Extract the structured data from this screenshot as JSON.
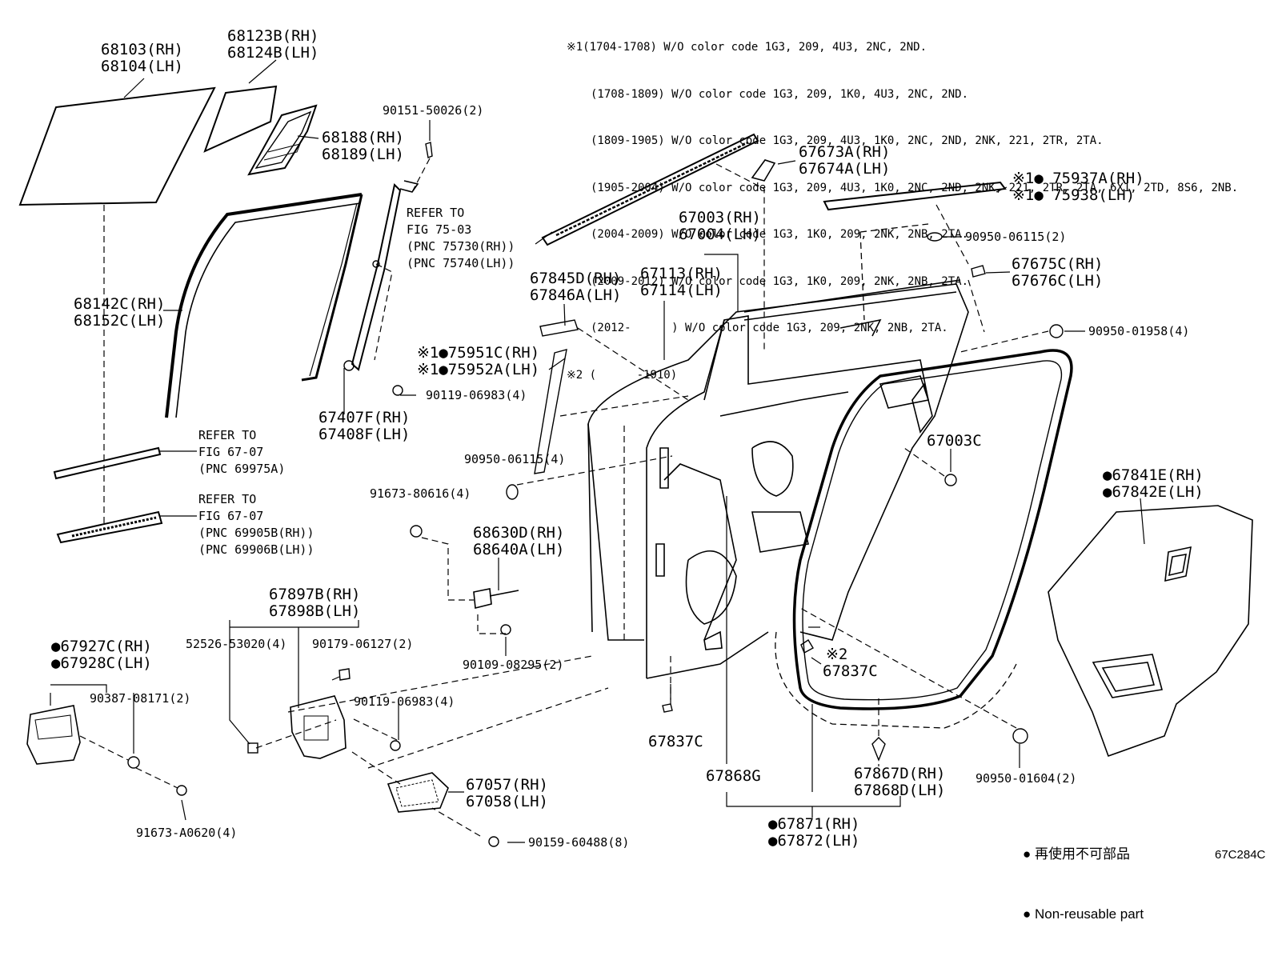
{
  "diagram_code": "67C284C",
  "notes": {
    "lines": [
      "※1(1704-1708) W/O color code 1G3, 209, 4U3, 2NC, 2ND.",
      "(1708-1809) W/O color code 1G3, 209, 1K0, 4U3, 2NC, 2ND.",
      "(1809-1905) W/O color code 1G3, 209, 4U3, 1K0, 2NC, 2ND, 2NK, 221, 2TR, 2TA.",
      "(1905-2004) W/O color code 1G3, 209, 4U3, 1K0, 2NC, 2ND, 2NK, 221, 2TR, 2TA, 6X1, 2TD, 8S6, 2NB.",
      "(2004-2009) W/O color code 1G3, 1K0, 209, 2NK, 2NB, 2TA.",
      "(2009-2012) W/O color code 1G3, 1K0, 209, 2NK, 2NB, 2TA.",
      "(2012-      ) W/O color code 1G3, 209, 2NK, 2NB, 2TA.",
      "※2 (      -1910)"
    ]
  },
  "legend": {
    "item1": "● 再使用不可部品",
    "item2": "● Non-reusable part"
  },
  "parts": {
    "p68103": [
      "68103(RH)",
      "68104(LH)"
    ],
    "p68123": [
      "68123B(RH)",
      "68124B(LH)"
    ],
    "p90151": [
      "90151-50026(2)"
    ],
    "p68188": [
      "68188(RH)",
      "68189(LH)"
    ],
    "p68142": [
      "68142C(RH)",
      "68152C(LH)"
    ],
    "p67407": [
      "67407F(RH)",
      "67408F(LH)"
    ],
    "p90119a": [
      "90119-06983(4)"
    ],
    "ref7503": [
      "REFER TO",
      "FIG 75-03",
      "(PNC 75730(RH))",
      "(PNC 75740(LH))"
    ],
    "p67845": [
      "67845D(RH)",
      "67846A(LH)"
    ],
    "p75951": [
      "※1●75951C(RH)",
      "※1●75952A(LH)"
    ],
    "p67113": [
      "67113(RH)",
      "67114(LH)"
    ],
    "p67003": [
      "67003(RH)",
      "67004(LH)"
    ],
    "p67673": [
      "67673A(RH)",
      "67674A(LH)"
    ],
    "p75937": [
      "※1● 75937A(RH)",
      "※1● 75938(LH)"
    ],
    "p90950a": [
      "90950-06115(2)"
    ],
    "p67675": [
      "67675C(RH)",
      "67676C(LH)"
    ],
    "p90950b": [
      "90950-01958(4)"
    ],
    "p67003c": [
      "67003C"
    ],
    "p67841": [
      "●67841E(RH)",
      "●67842E(LH)"
    ],
    "ref6707a": [
      "REFER TO",
      "FIG 67-07",
      "(PNC 69975A)"
    ],
    "ref6707b": [
      "REFER TO",
      "FIG 67-07",
      "(PNC 69905B(RH))",
      "(PNC 69906B(LH))"
    ],
    "p90950c": [
      "90950-06115(4)"
    ],
    "p91673a": [
      "91673-80616(4)"
    ],
    "p68630": [
      "68630D(RH)",
      "68640A(LH)"
    ],
    "p90109": [
      "90109-08295(2)"
    ],
    "p67897": [
      "67897B(RH)",
      "67898B(LH)"
    ],
    "p52526": [
      "52526-53020(4)"
    ],
    "p90179": [
      "90179-06127(2)"
    ],
    "p67927": [
      "●67927C(RH)",
      "●67928C(LH)"
    ],
    "p90387": [
      "90387-08171(2)"
    ],
    "p90119b": [
      "90119-06983(4)"
    ],
    "p67057": [
      "67057(RH)",
      "67058(LH)"
    ],
    "p91673b": [
      "91673-A0620(4)"
    ],
    "p90159": [
      "90159-60488(8)"
    ],
    "p67837a": [
      "67837C"
    ],
    "p67837b": [
      "※2",
      "67837C"
    ],
    "p67868g": [
      "67868G"
    ],
    "p67867": [
      "67867D(RH)",
      "67868D(LH)"
    ],
    "p90950d": [
      "90950-01604(2)"
    ],
    "p67871": [
      "●67871(RH)",
      "●67872(LH)"
    ]
  }
}
